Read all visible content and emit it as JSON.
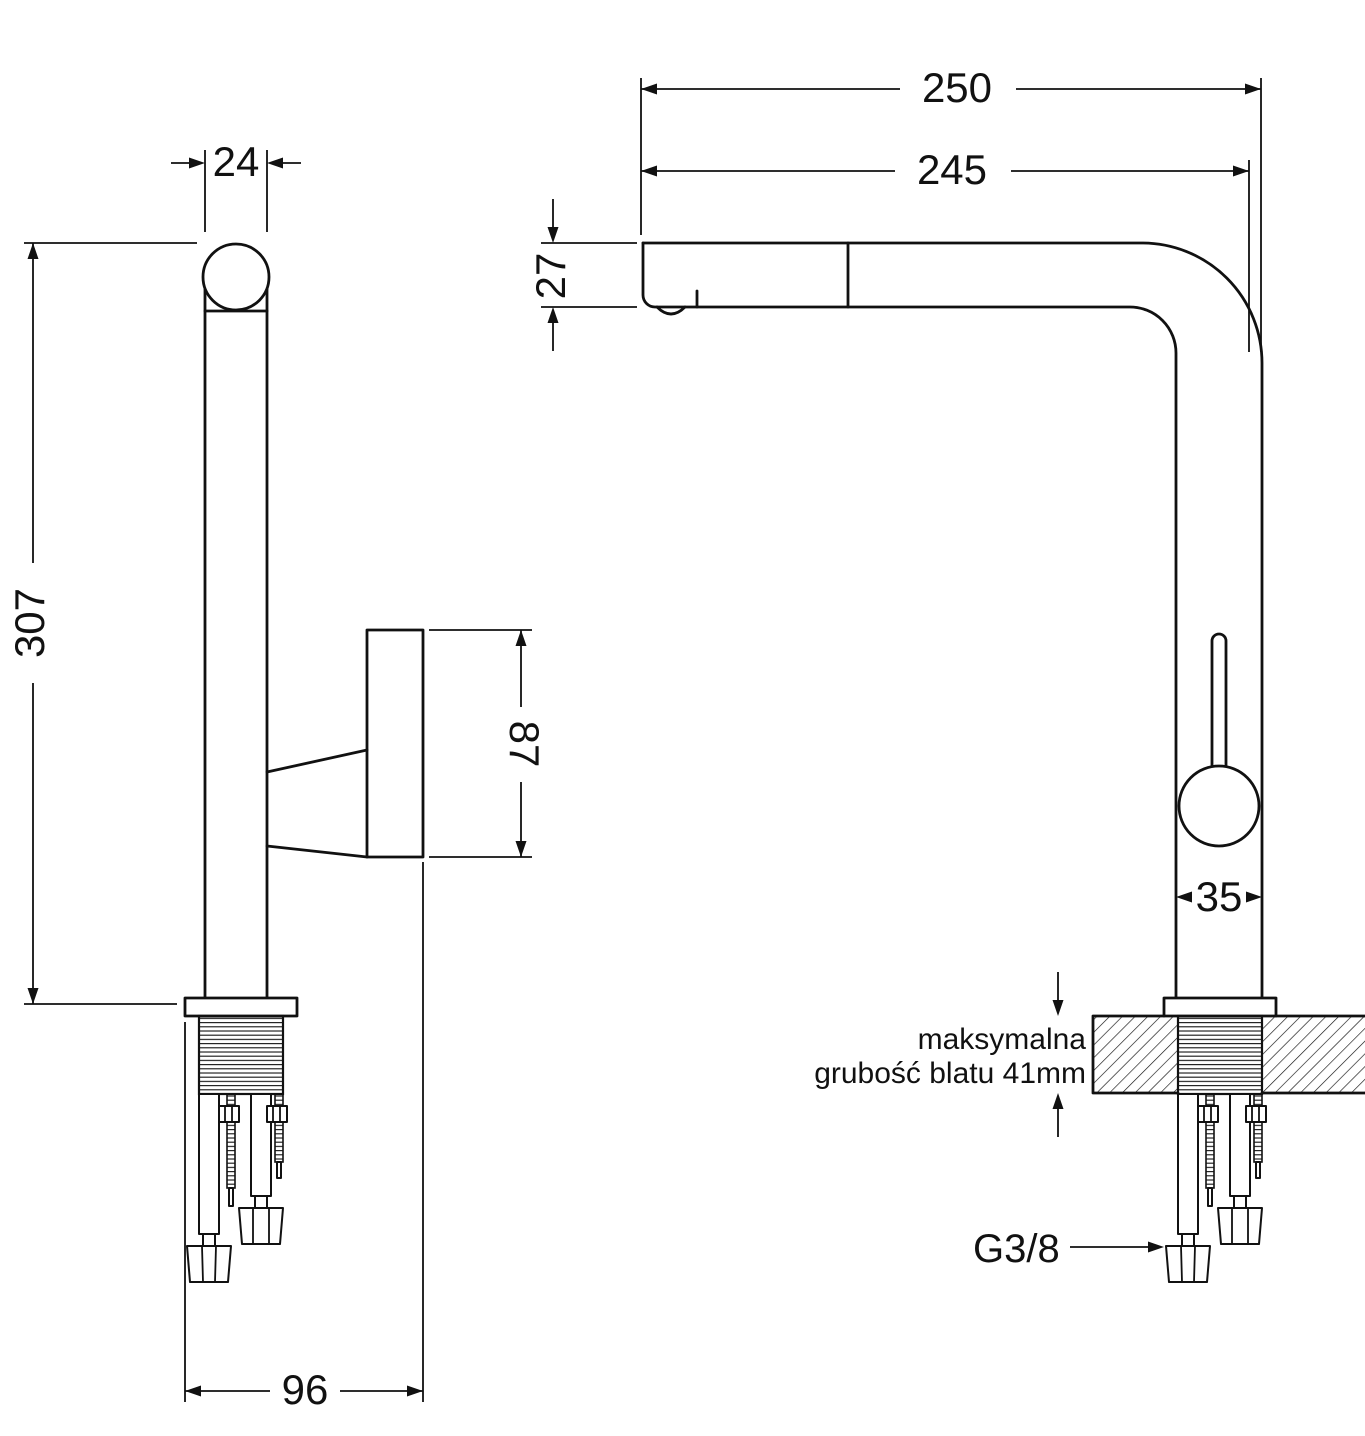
{
  "colors": {
    "line": "#111111",
    "background": "#ffffff"
  },
  "dims": {
    "spout_width_top": "24",
    "total_height": "307",
    "handle_length": "87",
    "base_depth": "96",
    "reach_overall": "250",
    "reach_inner": "245",
    "spout_tip_height": "27",
    "body_diameter": "35"
  },
  "notes": {
    "counter_line1": "maksymalna",
    "counter_line2": "grubość blatu 41mm",
    "connection_thread": "G3/8"
  }
}
